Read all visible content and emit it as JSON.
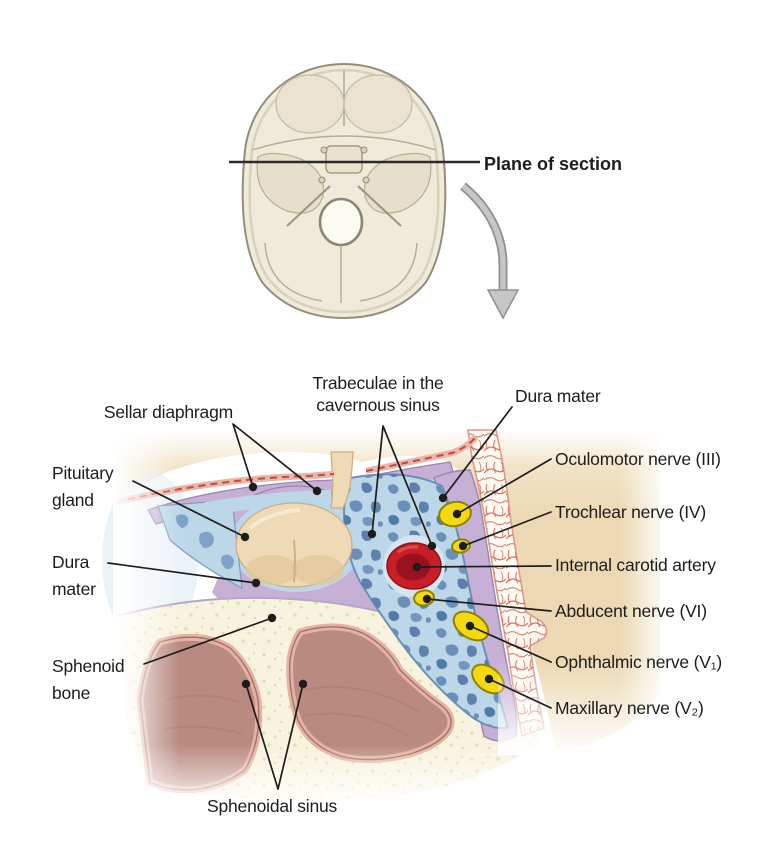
{
  "figure": {
    "kind": "anatomical-diagram",
    "subject": "Coronal section through the cavernous sinus and pituitary gland"
  },
  "top_panel": {
    "plane_label": "Plane of section"
  },
  "section_labels": {
    "sellar_diaphragm": "Sellar diaphragm",
    "trabeculae_line1": "Trabeculae in the",
    "trabeculae_line2": "cavernous sinus",
    "dura_mater_top": "Dura mater",
    "oculomotor": "Oculomotor nerve (III)",
    "trochlear": "Trochlear nerve (IV)",
    "internal_carotid": "Internal carotid artery",
    "abducent": "Abducent nerve (VI)",
    "ophthalmic": "Ophthalmic nerve (V₁)",
    "maxillary": "Maxillary nerve (V₂)",
    "pituitary_line1": "Pituitary",
    "pituitary_line2": "gland",
    "dura_left_line1": "Dura",
    "dura_left_line2": "mater",
    "sphenoid_line1": "Sphenoid",
    "sphenoid_line2": "bone",
    "sphenoidal_sinus": "Sphenoidal sinus"
  },
  "colors": {
    "background": "#ffffff",
    "label_text": "#1d1d1b",
    "leader_line": "#1d1d1b",
    "skull_bone": "#efead9",
    "plane_line": "#2b2b2b",
    "arrow_gray": "#c6c6c6",
    "brain_tissue_tan": "#f0dfc0",
    "dura_mater_purple": "#c6b0d5",
    "cavernous_sinus_blue": "#bcd7e8",
    "trabeculae_blue": "#5f86b4",
    "pituitary_beige": "#eedab6",
    "sphenoid_bone_cream": "#f8f3de",
    "sphenoidal_sinus_pink": "#e6b2a5",
    "sphenoidal_sinus_mauve": "#b98a80",
    "nerve_yellow": "#f3d90f",
    "carotid_red": "#c81f26",
    "carotid_dark_red": "#8f1120",
    "dural_vessel_pink": "#e9b6aa",
    "reticular_red": "#da5a46"
  }
}
